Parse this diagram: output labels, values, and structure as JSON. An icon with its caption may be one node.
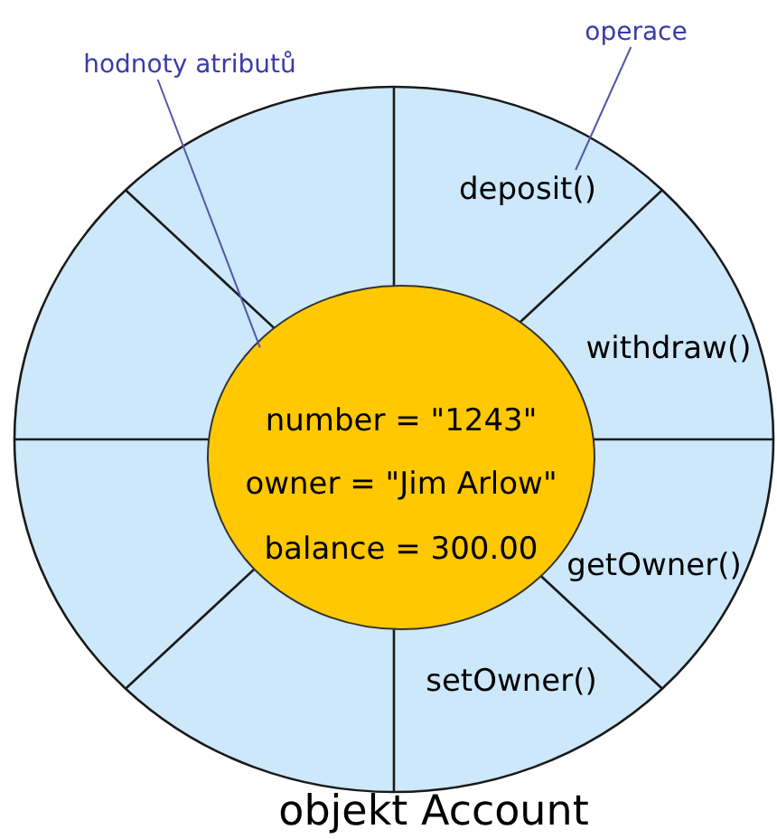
{
  "diagram": {
    "caption": "objekt Account",
    "nodes": [
      {
        "text": [],
        "shape": "circle"
      },
      {
        "text": [
          "deposit()"
        ],
        "in": 0
      },
      {
        "text": [
          "withdraw()"
        ],
        "in": 0
      },
      {
        "text": [
          "getOwner()"
        ],
        "in": 0
      },
      {
        "text": [
          "setOwner()"
        ],
        "in": 0
      },
      {
        "text": [
          "number = \"1243\"",
          "owner = \"Jim Arlow\"",
          "balance = 300.00"
        ],
        "in": 0
      },
      {
        "text": [
          "hodnoty atributů"
        ]
      },
      {
        "text": [
          "operace"
        ]
      }
    ],
    "edges": [
      {
        "from": 6,
        "to": 5,
        "arrow": "none"
      },
      {
        "from": 7,
        "to": 1,
        "arrow": "none"
      }
    ]
  }
}
